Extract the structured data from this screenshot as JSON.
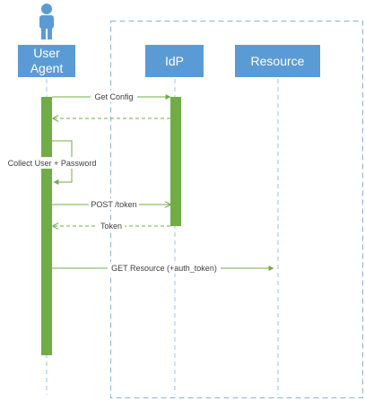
{
  "participants": {
    "user_agent": {
      "label_line1": "User",
      "label_line2": "Agent"
    },
    "idp": {
      "label": "IdP"
    },
    "resource": {
      "label": "Resource"
    }
  },
  "messages": {
    "get_config": "Get Config",
    "collect_credentials": "Collect User + Password",
    "post_token": "POST /token",
    "token": "Token",
    "get_resource": "GET Resource (+auth_token)"
  },
  "colors": {
    "participant_fill": "#5b9bd5",
    "participant_text": "#ffffff",
    "lifeline": "#9dc3e6",
    "activation": "#70ad47",
    "message": "#70ad47",
    "boundary": "#8fb4c8"
  },
  "icons": {
    "actor": "person-icon"
  }
}
